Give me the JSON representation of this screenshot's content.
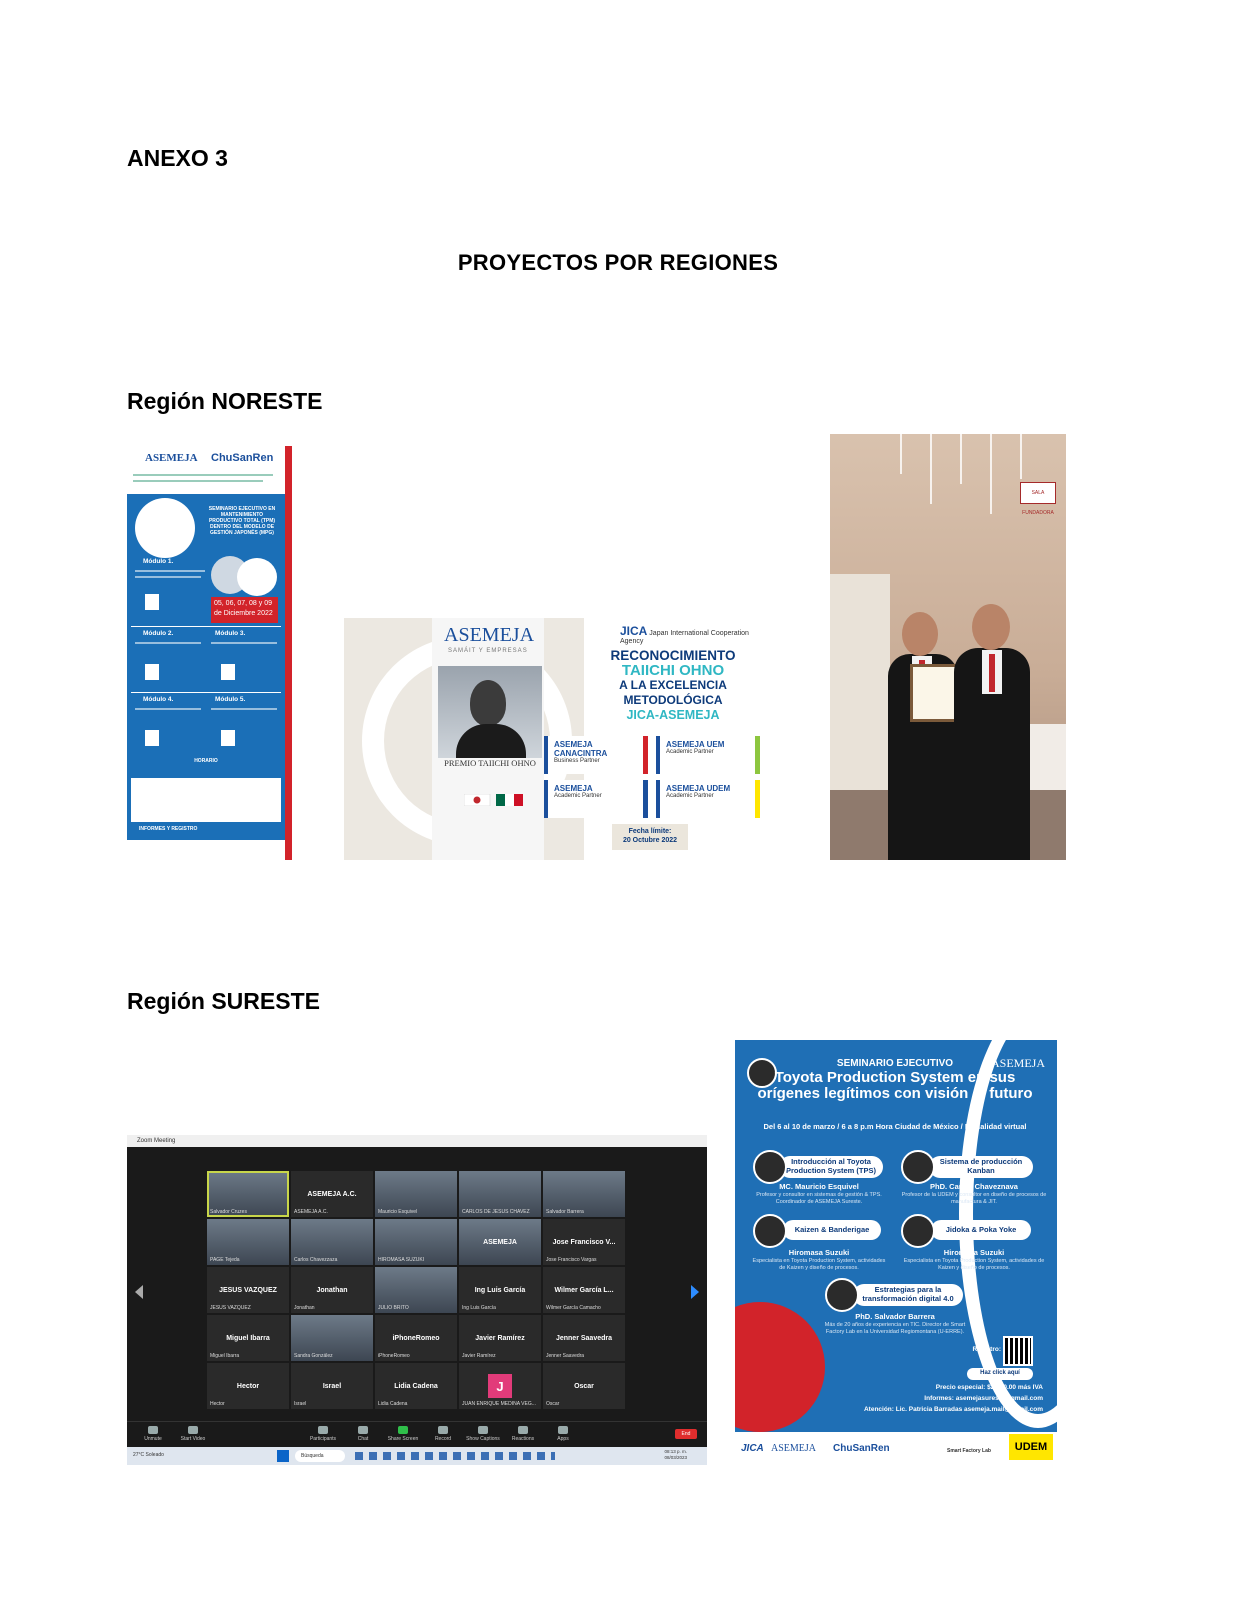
{
  "annex": "ANEXO 3",
  "title": "PROYECTOS POR REGIONES",
  "regions": [
    {
      "label": "Región NORESTE"
    },
    {
      "label": "Región SURESTE"
    }
  ],
  "flyer1": {
    "logo_left": "ASEMEJA",
    "logo_right": "ChuSanRen",
    "heading": "SEMINARIO EJECUTIVO EN MANTENIMIENTO PRODUCTIVO TOTAL (TPM) DENTRO DEL MODELO DE GESTIÓN JAPONÉS (MPG)",
    "date": "05, 06, 07, 08 y 09 de Diciembre 2022",
    "modules": [
      "Módulo 1.",
      "Módulo 2.",
      "Módulo 3.",
      "Módulo 4.",
      "Módulo 5."
    ],
    "horario": "HORARIO",
    "informes": "INFORMES Y REGISTRO"
  },
  "banner": {
    "asemeja": "ASEMEJA",
    "asemeja_sub": "SAMÁIT Y EMPRESAS",
    "premio": "PREMIO TAIICHI OHNO",
    "jica": "JICA",
    "jica_sub": "Japan International Cooperation Agency",
    "line1": "RECONOCIMIENTO",
    "line2": "TAIICHI OHNO",
    "line3": "A LA EXCELENCIA",
    "line4": "METODOLÓGICA",
    "line5": "JICA-ASEMEJA",
    "partners": [
      {
        "name": "ASEMEJA CANACINTRA",
        "role": "Business Partner"
      },
      {
        "name": "ASEMEJA UEM",
        "role": "Academic Partner"
      },
      {
        "name": "ASEMEJA",
        "role": "Academic Partner"
      },
      {
        "name": "ASEMEJA UDEM",
        "role": "Academic Partner"
      }
    ],
    "deadline_label": "Fecha límite:",
    "deadline": "20 Octubre 2022"
  },
  "photo": {
    "sign": "SALA FUNDADORA"
  },
  "zoom": {
    "window_title": "Zoom Meeting",
    "tiles": [
      {
        "label": "",
        "sub": "Salvador Cruzes",
        "video": true,
        "highlight": true
      },
      {
        "label": "ASEMEJA A.C.",
        "sub": "ASEMEJA A.C.",
        "video": false
      },
      {
        "label": "",
        "sub": "Mauricio Esquivel",
        "video": true
      },
      {
        "label": "",
        "sub": "CARLOS DE JESUS CHAVEZ",
        "video": true
      },
      {
        "label": "",
        "sub": "Salvador Barrera",
        "video": true
      },
      {
        "label": "",
        "sub": "PAGE Tejeda",
        "video": true
      },
      {
        "label": "",
        "sub": "Carlos Chavezzaza",
        "video": true
      },
      {
        "label": "",
        "sub": "HIROMASA SUZUKI",
        "video": true
      },
      {
        "label": "ASEMEJA",
        "sub": "",
        "video": true
      },
      {
        "label": "Jose Francisco V...",
        "sub": "Jose Francisco Vargas",
        "video": false
      },
      {
        "label": "JESUS VAZQUEZ",
        "sub": "JESUS VAZQUEZ",
        "video": false
      },
      {
        "label": "Jonathan",
        "sub": "Jonathan",
        "video": false
      },
      {
        "label": "",
        "sub": "JULIO BRITO",
        "video": true
      },
      {
        "label": "Ing Luis García",
        "sub": "Ing Luis García",
        "video": false
      },
      {
        "label": "Wilmer García L...",
        "sub": "Wilmer García Camacho",
        "video": false
      },
      {
        "label": "Miguel Ibarra",
        "sub": "Miguel Ibarra",
        "video": false
      },
      {
        "label": "",
        "sub": "Sandra González",
        "video": true
      },
      {
        "label": "iPhoneRomeo",
        "sub": "iPhoneRomeo",
        "video": false
      },
      {
        "label": "Javier Ramírez",
        "sub": "Javier Ramírez",
        "video": false
      },
      {
        "label": "Jenner Saavedra",
        "sub": "Jenner Saavedra",
        "video": false
      },
      {
        "label": "Hector",
        "sub": "Hector",
        "video": false
      },
      {
        "label": "Israel",
        "sub": "Israel",
        "video": false
      },
      {
        "label": "Lidia Cadena",
        "sub": "Lidia Cadena",
        "video": false
      },
      {
        "label": "J",
        "sub": "JUAN ENRIQUE MEDINA VEG...",
        "video": false,
        "initial": true
      },
      {
        "label": "Oscar",
        "sub": "Oscar",
        "video": false
      }
    ],
    "tools": [
      "Unmute",
      "Start Video",
      "Participants",
      "Chat",
      "Share Screen",
      "Record",
      "Show Captions",
      "Reactions",
      "Apps"
    ],
    "end": "End",
    "taskbar_search": "Búsqueda",
    "taskbar_weather": "27°C Soleado",
    "taskbar_time": "08:13 p. m. 08/03/2023"
  },
  "poster": {
    "logo": "ASEMEJA",
    "kicker": "SEMINARIO EJECUTIVO",
    "title": "Toyota Production System en sus orígenes legítimos con visión al futuro",
    "dates": "Del 6 al 10 de marzo / 6 a 8 p.m Hora Ciudad de México / Modalidad virtual",
    "sessions": [
      {
        "topic": "Introducción al Toyota Production System (TPS)",
        "speaker": "MC. Mauricio Esquivel",
        "desc": "Profesor y consultor en sistemas de gestión & TPS. Coordinador de ASEMEJA Sureste."
      },
      {
        "topic": "Sistema de producción Kanban",
        "speaker": "PhD. Carlos Chaveznava",
        "desc": "Profesor de la UDEM y consultor en diseño de procesos de manufactura & JIT."
      },
      {
        "topic": "Kaizen & Banderigae",
        "speaker": "Hiromasa Suzuki",
        "desc": "Especialista en Toyota Production System, actividades de Kaizen y diseño de procesos."
      },
      {
        "topic": "Jidoka & Poka Yoke",
        "speaker": "Hiromasa Suzuki",
        "desc": "Especialista en Toyota Production System, actividades de Kaizen y diseño de procesos."
      },
      {
        "topic": "Estrategias para la transformación digital 4.0",
        "speaker": "PhD. Salvador Barrera",
        "desc": "Más de 20 años de experiencia en TIC. Director de Smart Factory Lab en la Universidad Regiomontana (U-ERRE)."
      }
    ],
    "registro": "Registro:",
    "link": "Haz click aquí",
    "precio": "Precio especial: $2,500.00 más IVA",
    "informes": "Informes: asemejasureste@gmail.com",
    "atencion": "Atención: Lic. Patricia Barradas asemeja.mail@gmail.com",
    "footer": [
      "JICA",
      "ASEMEJA",
      "ChuSanRen",
      "Smart Factory Lab",
      "UDEM"
    ]
  }
}
